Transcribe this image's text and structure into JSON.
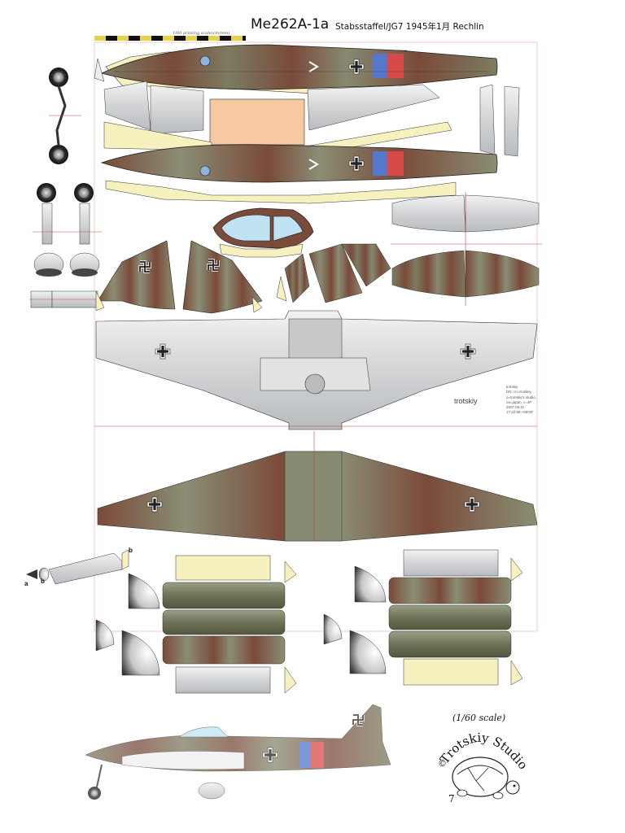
{
  "header": {
    "title": "Me262A-1a",
    "subtitle": "Stabsstaffel/JG7 1945年1月 Rechlin",
    "printing_note": "1/60 printing scale(cm/mm)"
  },
  "parts": {
    "label_a": "a",
    "label_b": "b"
  },
  "signature": {
    "artist": "trotskiy",
    "cert_lines": [
      "trotskiy",
      "DN: cn=trotskiy,",
      "o=trotskiy's studio,",
      "ou=japan, c=JP",
      "2007.03.11",
      "17:22:58 +09'00'"
    ]
  },
  "footer": {
    "scale": "(1/60 scale)",
    "studio": "Trotskiy Studio",
    "copyright_mark": "©",
    "page_number": "7"
  },
  "colors": {
    "camo_green": "#7c7c62",
    "camo_brown": "#7a4a3a",
    "camo_grey": "#d2d4d6",
    "glue_tab": "#f7f1bf",
    "panel_peach": "#f6c9a0",
    "band_blue": "#5577cc",
    "band_red": "#d84a4a",
    "stripe_yellow": "#e6d24a",
    "cut_line": "#d04040"
  },
  "icons": [
    "balkenkreuz-icon",
    "swastika-icon",
    "turtle-logo-icon"
  ]
}
